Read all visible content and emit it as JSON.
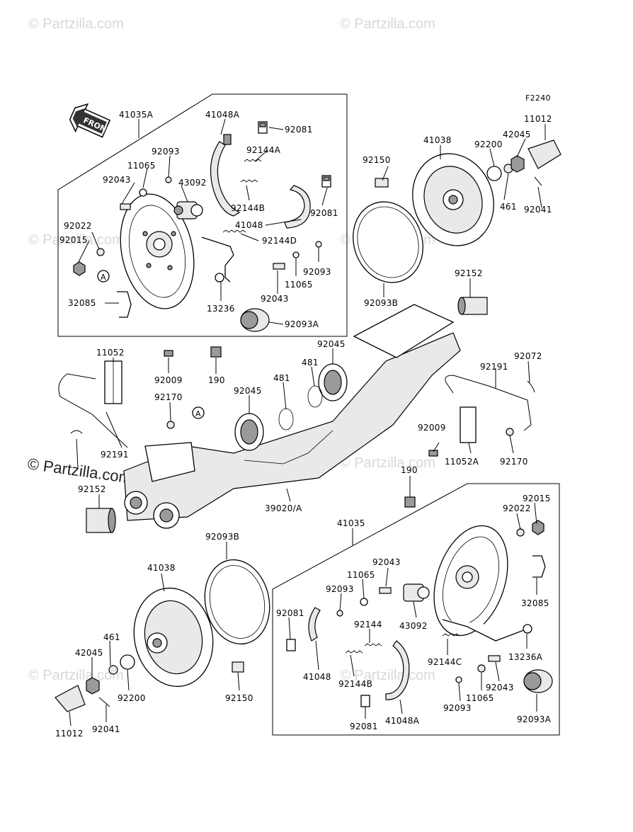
{
  "diagram": {
    "figure_code": "F2240",
    "front_label": "FRONT",
    "watermark": "© Partzilla.com",
    "watermark_lg": "© Partzilla.com",
    "callouts": [
      "A"
    ],
    "part_labels": {
      "p41035A": "41035A",
      "p41048A_top": "41048A",
      "p92081_a": "92081",
      "p92144A": "92144A",
      "p92093_a": "92093",
      "p11065_a": "11065",
      "p43092_a": "43092",
      "p92043_a": "92043",
      "p92022_a": "92022",
      "p92015_a": "92015",
      "p92144B_a": "92144B",
      "p92081_b": "92081",
      "p41048_a": "41048",
      "p92144D": "92144D",
      "p92093_b": "92093",
      "p11065_b": "11065",
      "p92043_b": "92043",
      "p13236": "13236",
      "p32085_a": "32085",
      "p92093A_a": "92093A",
      "p92150_a": "92150",
      "p41038_a": "41038",
      "p92200_a": "92200",
      "p42045_a": "42045",
      "p11012_a": "11012",
      "p461_a": "461",
      "p92041_a": "92041",
      "p92093B_a": "92093B",
      "p92152_a": "92152",
      "p11052": "11052",
      "p92009_a": "92009",
      "p190_a": "190",
      "p92045_a": "92045",
      "p481_a": "481",
      "p92072": "92072",
      "p92191_a": "92191",
      "p92170_a": "92170",
      "p92045_b": "92045",
      "p481_b": "481",
      "p92009_b": "92009",
      "p11052A": "11052A",
      "p92170_b": "92170",
      "p92191_b": "92191",
      "p92152_b": "92152",
      "p190_b": "190",
      "p39020A": "39020/A",
      "p92015_b": "92015",
      "p92022_b": "92022",
      "p41035": "41035",
      "p92093B_b": "92093B",
      "p41038_b": "41038",
      "p92043_c": "92043",
      "p11065_c": "11065",
      "p92093_c": "92093",
      "p92081_c": "92081",
      "p43092_b": "43092",
      "p32085_b": "32085",
      "p92144": "92144",
      "p41048_b": "41048",
      "p92144B_b": "92144B",
      "p92144C": "92144C",
      "p13236A": "13236A",
      "p461_b": "461",
      "p42045_b": "42045",
      "p92200_b": "92200",
      "p92150_b": "92150",
      "p11012_b": "11012",
      "p92041_b": "92041",
      "p92081_d": "92081",
      "p41048A_b": "41048A",
      "p92093_d": "92093",
      "p11065_d": "11065",
      "p92043_d": "92043",
      "p92093A_b": "92093A"
    }
  }
}
